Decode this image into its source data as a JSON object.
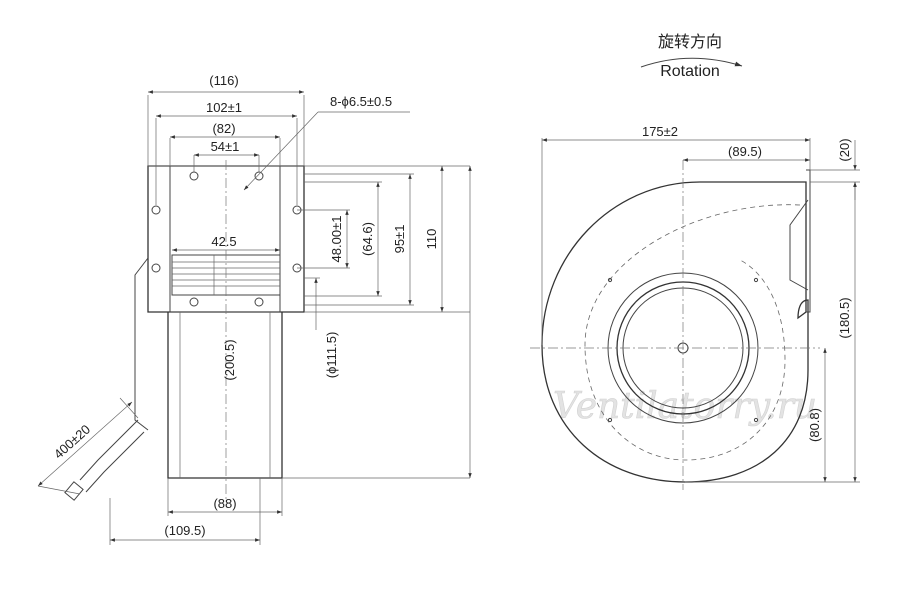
{
  "rotation": {
    "label_cn": "旋转方向",
    "label_en": "Rotation"
  },
  "watermark": "Ventilatorry.ru",
  "left_view": {
    "dim_116": "(116)",
    "dim_102": "102±1",
    "dim_82": "(82)",
    "dim_54": "54±1",
    "dim_holes": "8-ϕ6.5±0.5",
    "dim_42_5": "42.5",
    "dim_48": "48.00±1",
    "dim_64_6": "(64.6)",
    "dim_95": "95±1",
    "dim_110": "110",
    "dim_111_5": "(ϕ111.5)",
    "dim_200_5": "(200.5)",
    "dim_400": "400±20",
    "dim_88": "(88)",
    "dim_109_5": "(109.5)"
  },
  "right_view": {
    "dim_175": "175±2",
    "dim_89_5": "(89.5)",
    "dim_20": "(20)",
    "dim_180_5": "(180.5)",
    "dim_80_8": "(80.8)"
  }
}
